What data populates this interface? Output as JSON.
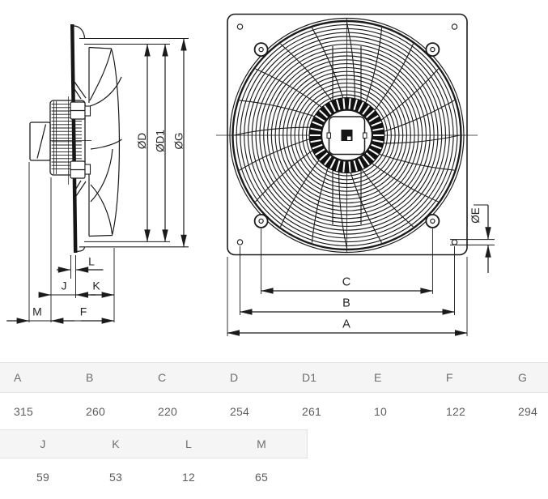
{
  "diagram": {
    "line_color": "#1b1b1b",
    "side_view": {
      "labels": {
        "d": "ØD",
        "d1": "ØD1",
        "g": "ØG",
        "l": "L",
        "j": "J",
        "k": "K",
        "m": "M",
        "f": "F"
      }
    },
    "front_view": {
      "labels": {
        "e": "ØE",
        "c": "C",
        "b": "B",
        "a": "A"
      }
    }
  },
  "tables": {
    "main": {
      "headers": [
        "A",
        "B",
        "C",
        "D",
        "D1",
        "E",
        "F",
        "G"
      ],
      "values": [
        "315",
        "260",
        "220",
        "254",
        "261",
        "10",
        "122",
        "294"
      ]
    },
    "extra": {
      "headers": [
        "J",
        "K",
        "L",
        "M"
      ],
      "values": [
        "59",
        "53",
        "12",
        "65"
      ]
    }
  },
  "styles": {
    "header_bg": "#f5f5f5",
    "border_color": "#e4e4e4",
    "header_text": "#6e6e6e",
    "value_text": "#5d5d5d"
  }
}
